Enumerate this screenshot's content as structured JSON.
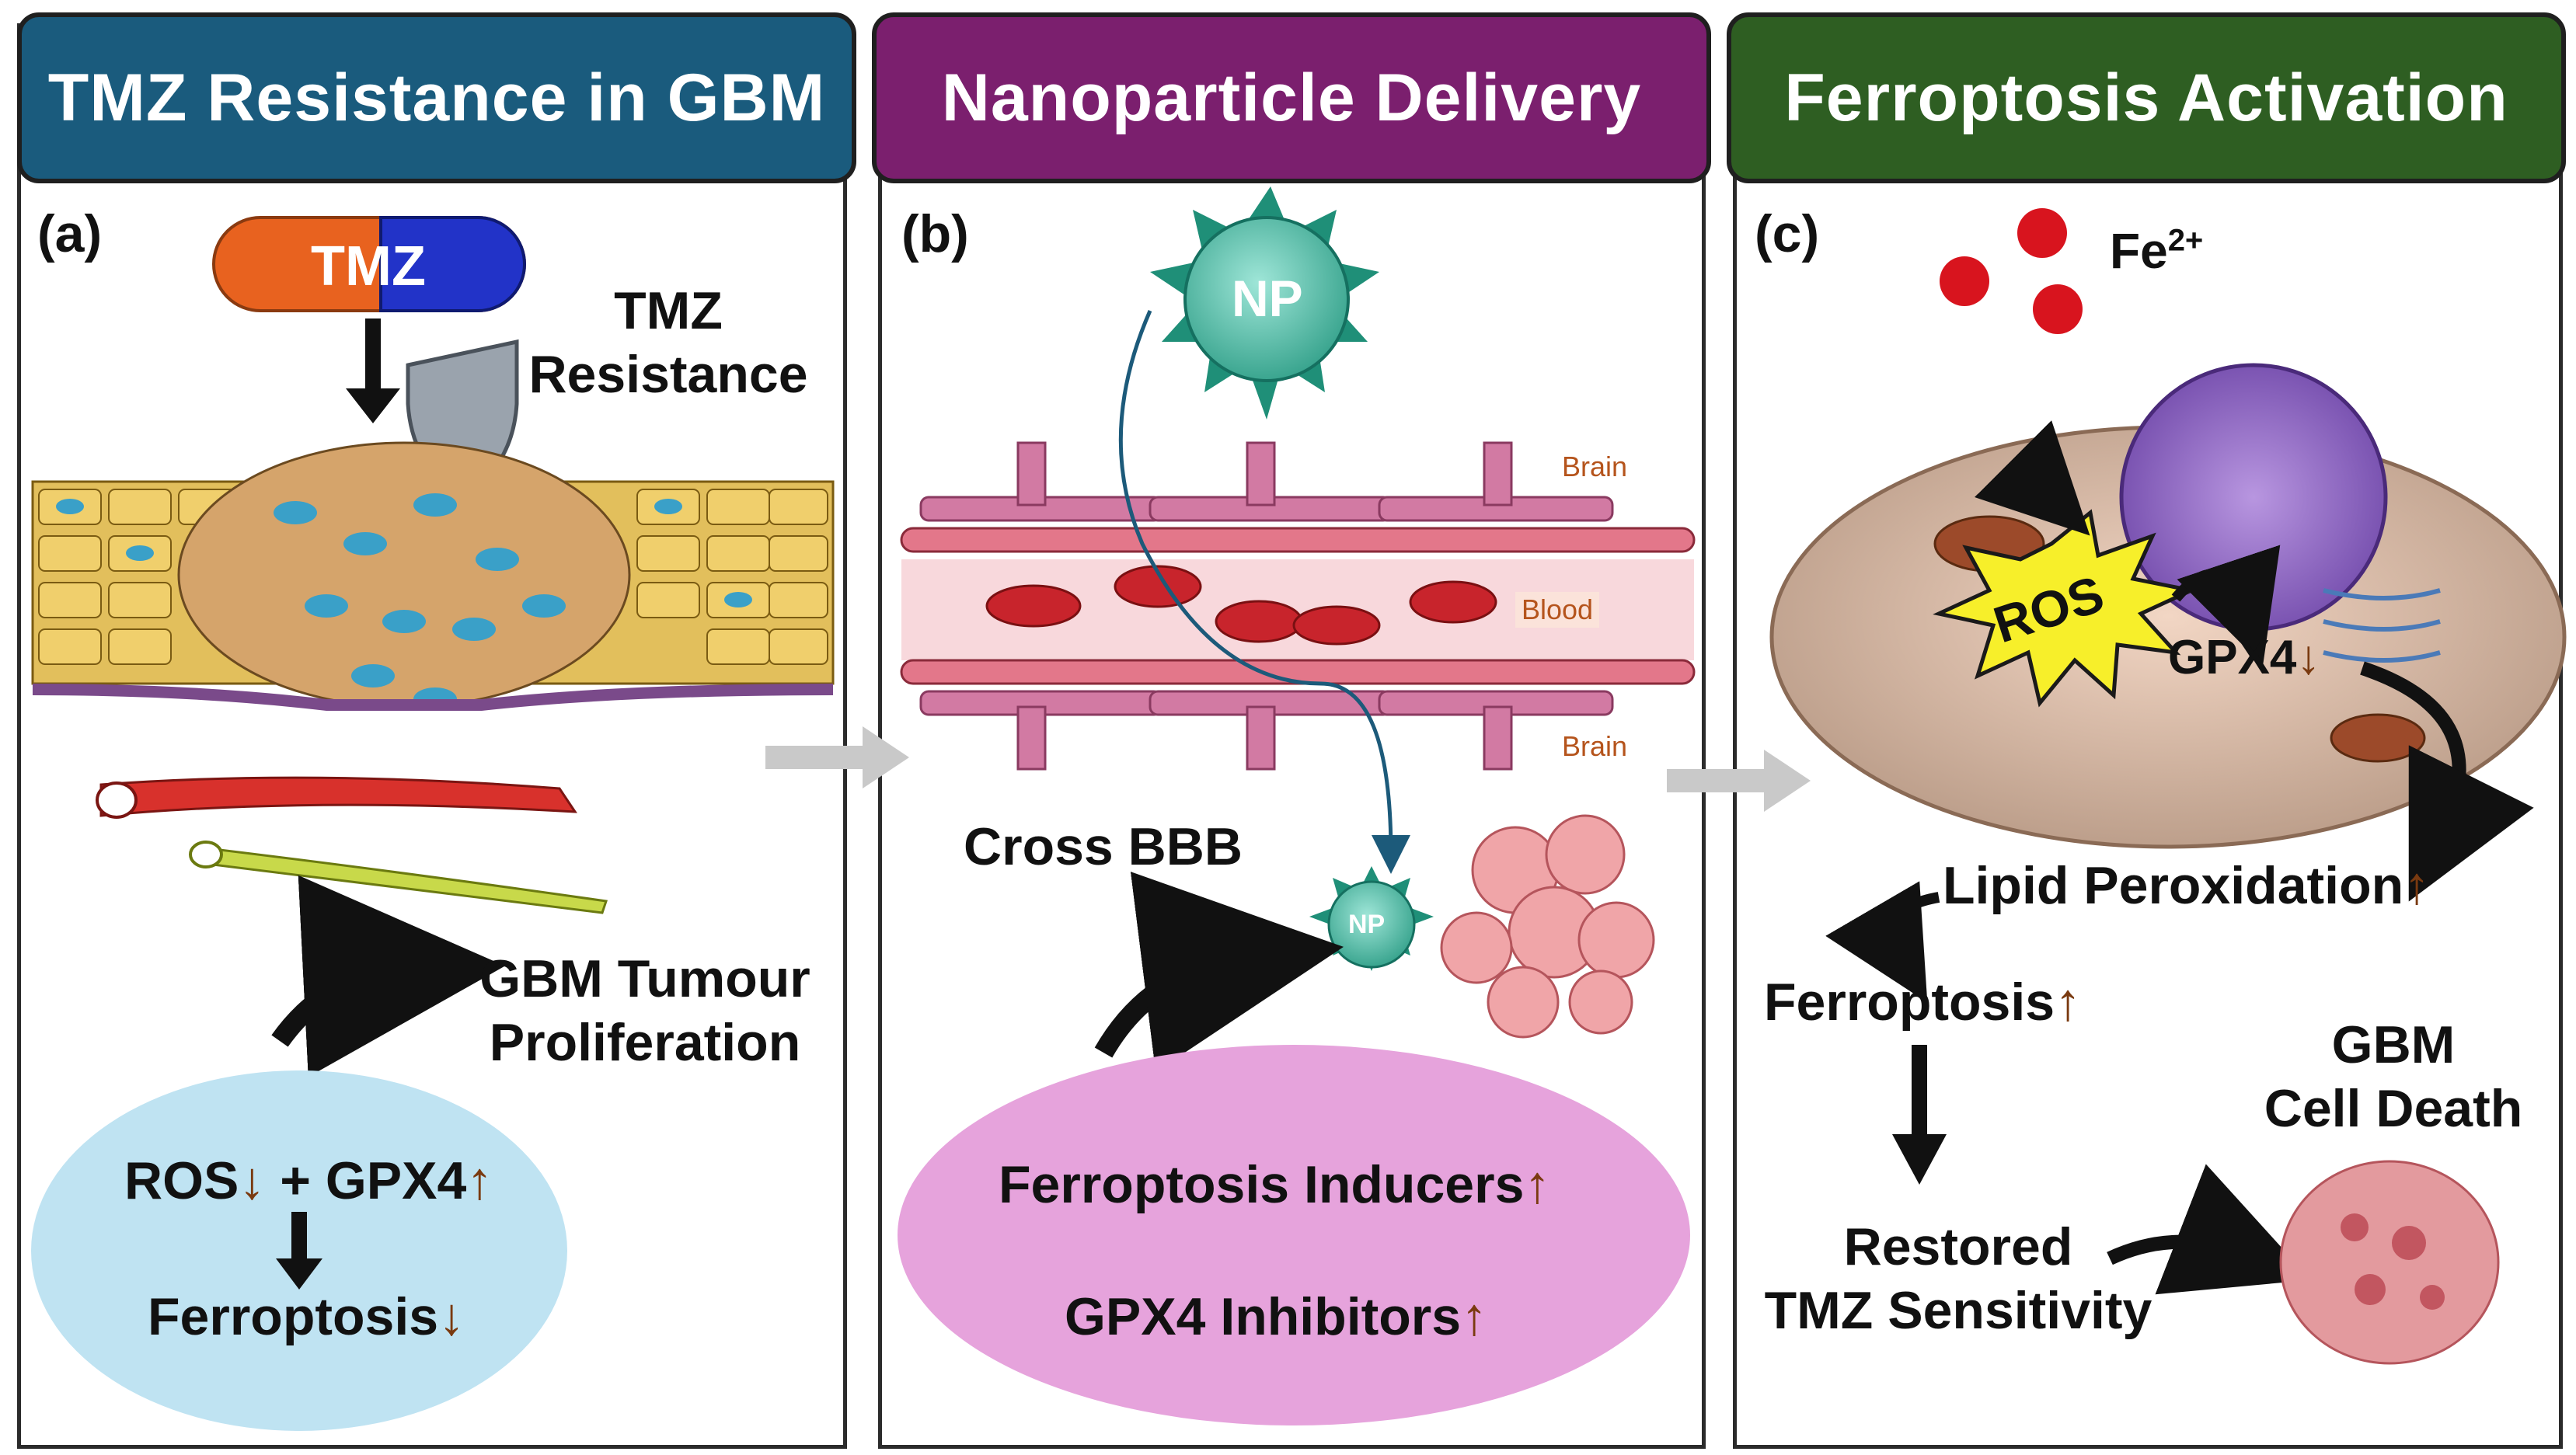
{
  "panels": [
    {
      "title": "TMZ Resistance in GBM",
      "label": "(a)",
      "color": "#1a5b7d"
    },
    {
      "title": "Nanoparticle Delivery",
      "label": "(b)",
      "color": "#7b1f6e"
    },
    {
      "title": "Ferroptosis Activation",
      "label": "(c)",
      "color": "#2e5e22"
    }
  ],
  "a": {
    "capsule": "TMZ",
    "resistance": [
      "TMZ",
      "Resistance"
    ],
    "prolif": [
      "GBM Tumour",
      "Proliferation"
    ],
    "ros": "ROS",
    "plus_gpx4": "+ GPX4",
    "ferroptosis": "Ferroptosis"
  },
  "b": {
    "np": "NP",
    "np_small": "NP",
    "brain_top": "Brain",
    "blood": "Blood",
    "brain_bottom": "Brain",
    "cross": "Cross BBB",
    "inducers": "Ferroptosis Inducers",
    "inhibitors": "GPX4 Inhibitors"
  },
  "c": {
    "fe": "Fe",
    "fe_sup": "2+",
    "ros": "ROS",
    "gpx4": "GPX4",
    "lipid": "Lipid Peroxidation",
    "ferroptosis": "Ferroptosis",
    "death": [
      "GBM",
      "Cell Death"
    ],
    "restored": [
      "Restored",
      "TMZ Sensitivity"
    ]
  },
  "arrows": {
    "up": "↑",
    "down": "↓"
  }
}
